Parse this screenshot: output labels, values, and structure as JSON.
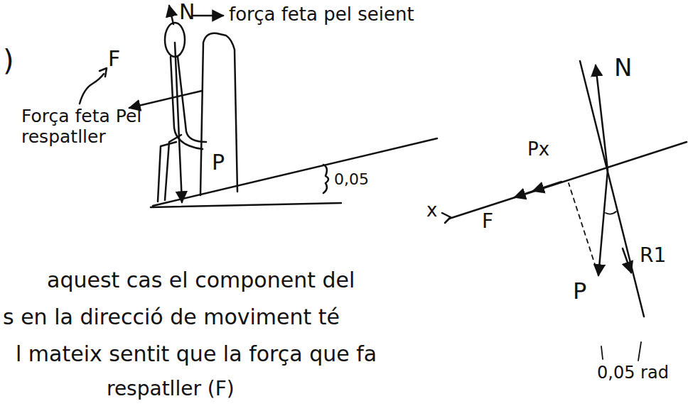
{
  "diagram": {
    "labels": [
      ")",
      "N",
      "força feta pel seient",
      "F",
      "Força feta Pel respatller",
      "P",
      "0,05",
      "N",
      "Px",
      "x",
      "F",
      "P",
      "R1",
      "0,05 rad",
      "aquest cas el component del",
      "s en la direcció de moviment té",
      "l mateix sentit que la força que fa",
      "respatller (F)"
    ]
  }
}
